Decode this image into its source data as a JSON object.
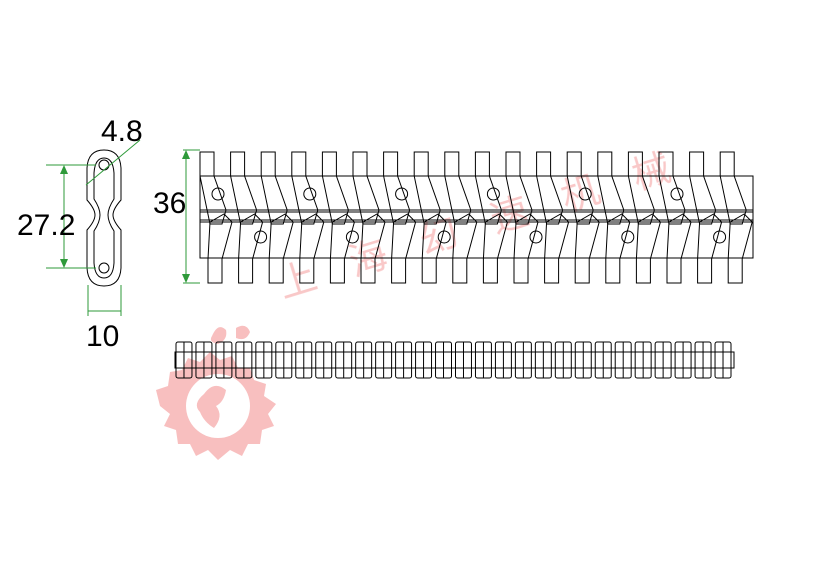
{
  "dimensions": {
    "hole_diameter": "4.8",
    "pitch": "27.2",
    "width": "10",
    "height": "36"
  },
  "colors": {
    "outline": "#000000",
    "dimension_line": "#2e9a3a",
    "watermark": "#f28b8b"
  },
  "watermark": {
    "text": "上海幻速机械"
  },
  "belt": {
    "side_view_module_pairs": 18,
    "top_view_fingers": 28
  }
}
